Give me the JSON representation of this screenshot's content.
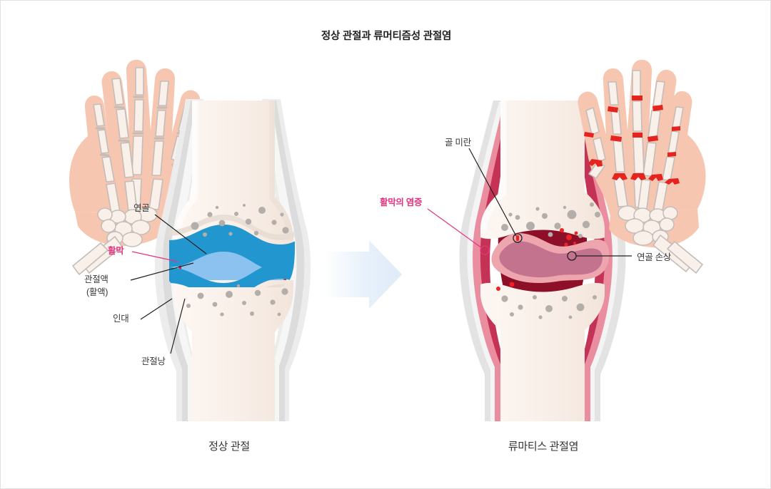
{
  "title": "정상 관절과 류머티즘성 관절염",
  "captions": {
    "normal": "정상 관절",
    "ra": "류마티스 관절염"
  },
  "labels": {
    "cartilage": "연골",
    "synovium": "활막",
    "synovial_fluid_line1": "관절액",
    "synovial_fluid_line2": "(활액)",
    "ligament": "인대",
    "joint_capsule": "관절낭",
    "bone_erosion": "골 미란",
    "synovial_inflammation": "활막의 염증",
    "cartilage_damage": "연골 손상"
  },
  "colors": {
    "title_text": "#231f20",
    "label_text": "#3a3a3a",
    "accent_pink": "#e5347e",
    "bone": "#f7ece4",
    "bone_shadow": "#e6d7cc",
    "marrow_dot": "#b4aeab",
    "cartilage_blue": "#2196cf",
    "synovial_fluid_blue": "#8cc2ef",
    "synovium_red": "#d81f43",
    "capsule_gray": "#d9d9d9",
    "capsule_gray_light": "#ececec",
    "skin": "#f6c6b0",
    "hand_bone": "#faf0ea",
    "hand_bone_outline": "#c3bdba",
    "ra_cavity_dark": "#8e1028",
    "ra_synovium_crimson": "#c43356",
    "ra_pink": "#ea8d9e",
    "pannus_light": "#eda5ae",
    "pannus_mid": "#c4738e",
    "erosion_red": "#ef2222",
    "ra_joint_red": "#e52420",
    "arrow_blue": "#dfeaf8"
  },
  "diagram": {
    "type": "medical-illustration",
    "panels": [
      {
        "id": "normal-joint",
        "caption": "정상 관절",
        "callouts": [
          "연골",
          "활막",
          "관절액 (활액)",
          "인대",
          "관절낭"
        ]
      },
      {
        "id": "ra-joint",
        "caption": "류마티스 관절염",
        "callouts": [
          "골 미란",
          "활막의 염증",
          "연골 손상"
        ]
      }
    ],
    "transition_arrow": "right-arrow"
  }
}
